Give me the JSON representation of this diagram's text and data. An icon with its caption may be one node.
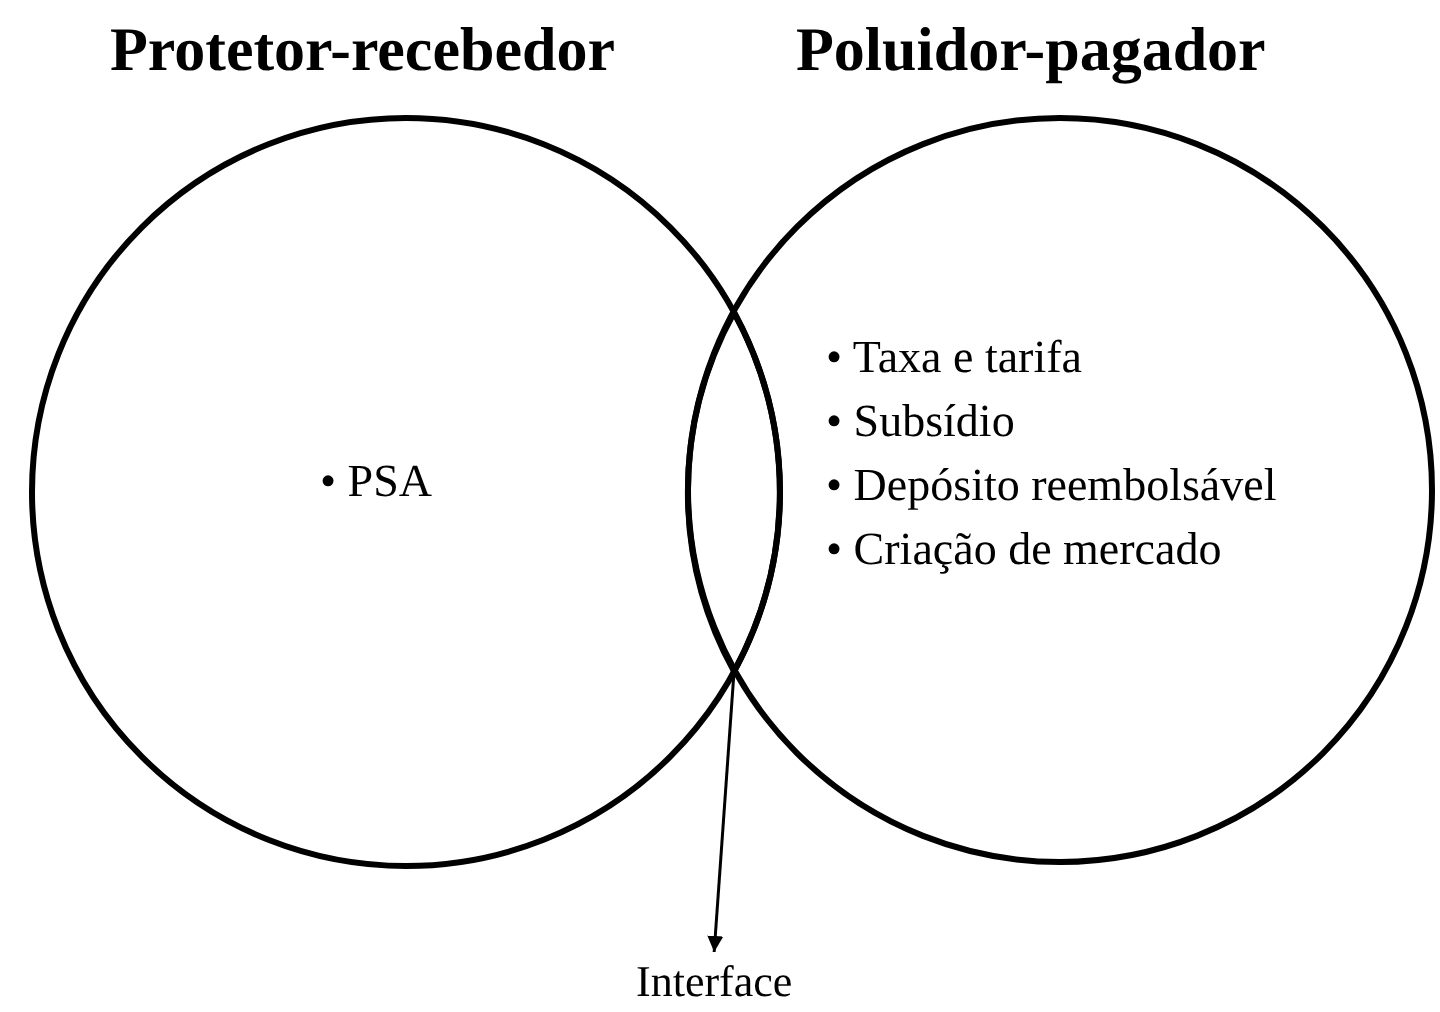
{
  "diagram": {
    "nodes": [
      {
        "text": [
          "Protetor-recebedor",
          "• PSA"
        ]
      },
      {
        "text": [
          "Poluidor-pagador",
          "• Taxa e tarifa",
          "• Subsídio",
          "• Depósito reembolsável",
          "• Criação de mercado"
        ]
      },
      {
        "text": [],
        "shape": "lens"
      },
      {
        "text": [
          "Interface"
        ]
      }
    ],
    "edges": [
      {
        "from": 2,
        "to": 3,
        "arrow": "to"
      }
    ]
  }
}
